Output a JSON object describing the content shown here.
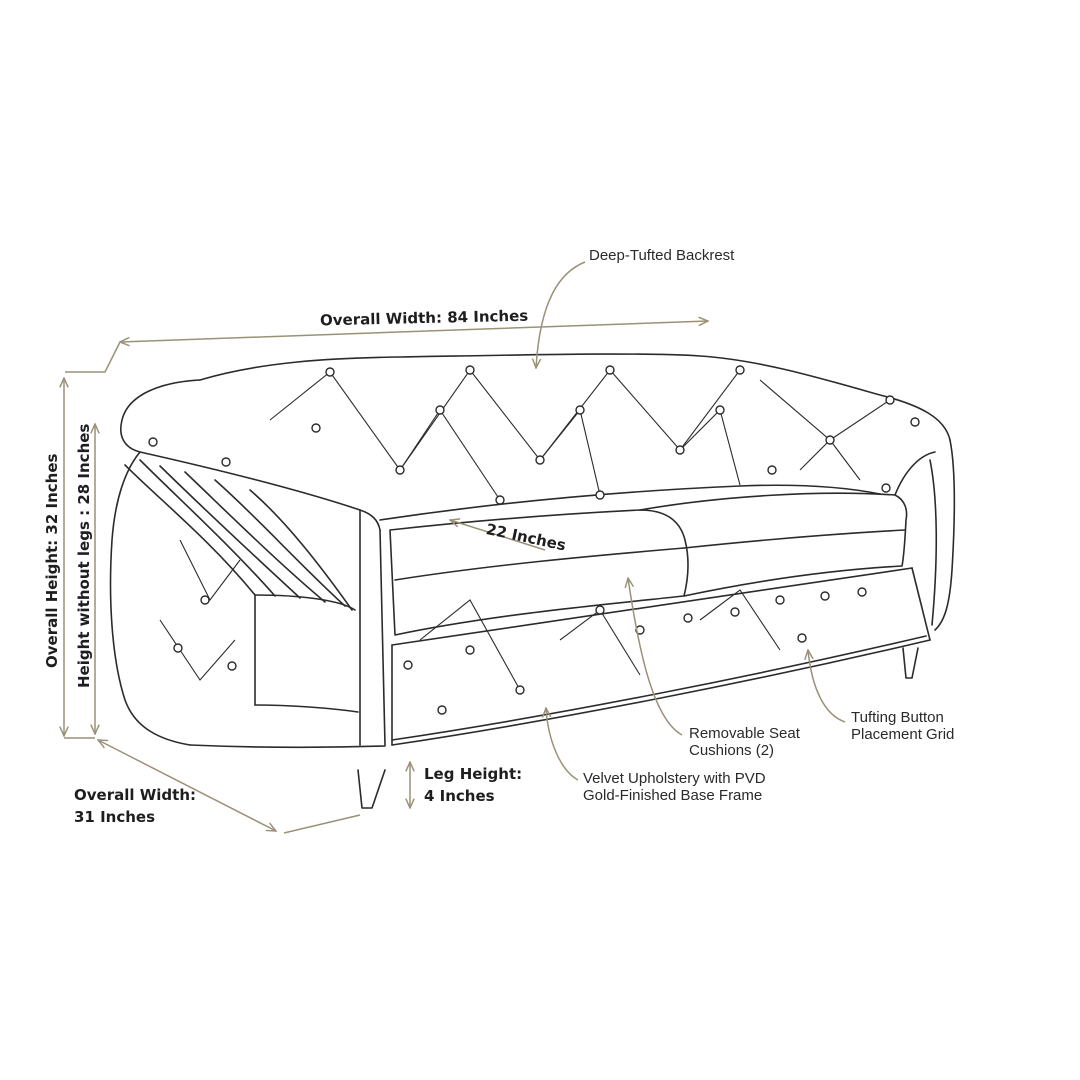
{
  "diagram": {
    "callouts": {
      "backrest": "Deep-Tufted Backrest",
      "cushions_line1": "Removable Seat",
      "cushions_line2": "Cushions (2)",
      "tufting_line1": "Tufting Button",
      "tufting_line2": "Placement Grid",
      "upholstery_line1": "Velvet Upholstery with PVD",
      "upholstery_line2": "Gold-Finished Base Frame"
    },
    "dimensions": {
      "overall_width": "Overall Width: 84 Inches",
      "seat_depth": "22 Inches",
      "overall_height": "Overall Height: 32 Inches",
      "height_without_legs": "Height without legs : 28 Inches",
      "leg_height_line1": "Leg Height:",
      "leg_height_line2": "4 Inches",
      "depth_line1": "Overall Width:",
      "depth_line2": "31 Inches"
    },
    "colors": {
      "ink": "#2b2b2b",
      "arrow": "#9a9178"
    }
  }
}
